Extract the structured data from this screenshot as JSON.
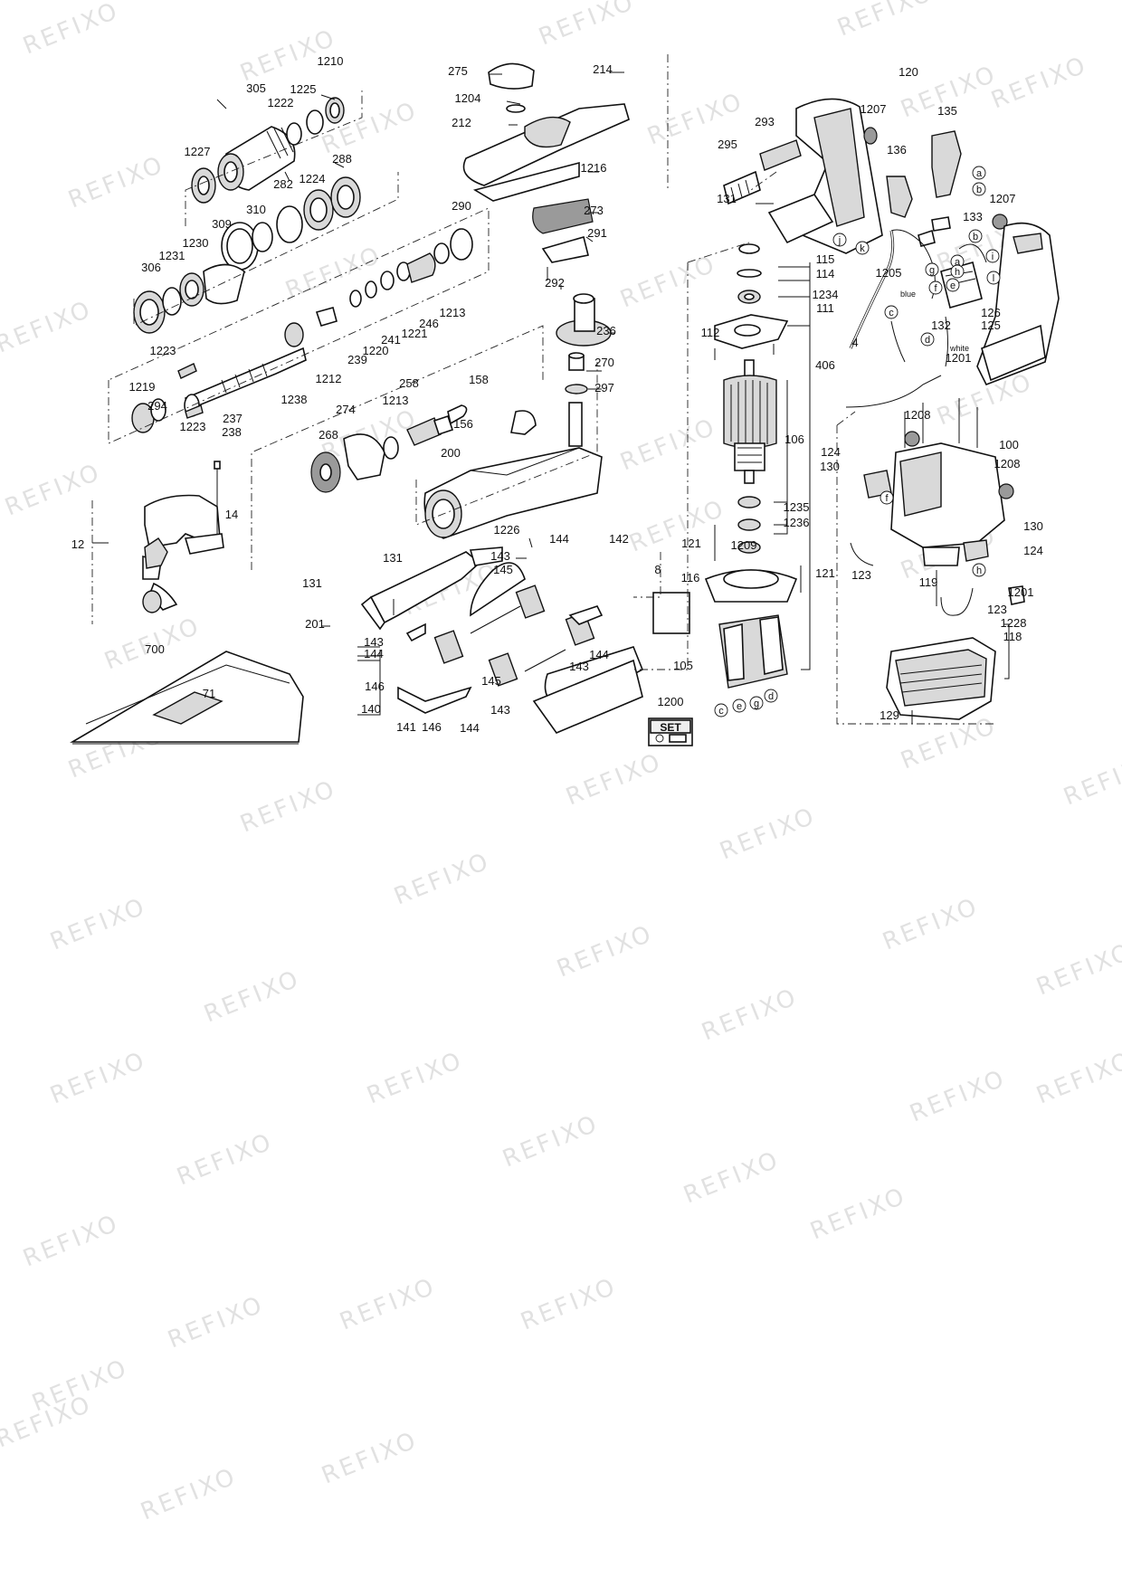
{
  "watermark": "REFIXO",
  "set_badge": "SET",
  "wire_colors": {
    "blue": "blue",
    "white": "white"
  },
  "labels": [
    "1210",
    "305",
    "1225",
    "1222",
    "1227",
    "288",
    "1224",
    "282",
    "310",
    "309",
    "1230",
    "1231",
    "306",
    "290",
    "1213",
    "246",
    "1221",
    "241",
    "1220",
    "239",
    "1212",
    "1238",
    "237",
    "238",
    "1223",
    "294",
    "1219",
    "1223",
    "275",
    "214",
    "1204",
    "212",
    "1216",
    "273",
    "291",
    "292",
    "236",
    "270",
    "297",
    "158",
    "258",
    "1213",
    "274",
    "156",
    "268",
    "200",
    "1226",
    "131",
    "131",
    "201",
    "14",
    "12",
    "700",
    "71",
    "144",
    "142",
    "143",
    "145",
    "143",
    "144",
    "146",
    "140",
    "141",
    "146",
    "144",
    "143",
    "145",
    "143",
    "144",
    "8",
    "1200",
    "293",
    "295",
    "131",
    "120",
    "1207",
    "135",
    "136",
    "1207",
    "133",
    "115",
    "114",
    "1234",
    "111",
    "1205",
    "4",
    "112",
    "406",
    "106",
    "1235",
    "1236",
    "121",
    "1209",
    "121",
    "116",
    "105",
    "126",
    "125",
    "132",
    "1201",
    "1208",
    "124",
    "130",
    "100",
    "1208",
    "130",
    "124",
    "123",
    "119",
    "1201",
    "123",
    "1228",
    "118",
    "129"
  ],
  "circle_letters": [
    "a",
    "b",
    "a",
    "b",
    "c",
    "d",
    "e",
    "f",
    "g",
    "h",
    "i",
    "j",
    "k",
    "l",
    "f",
    "h",
    "c",
    "e",
    "g",
    "d"
  ]
}
